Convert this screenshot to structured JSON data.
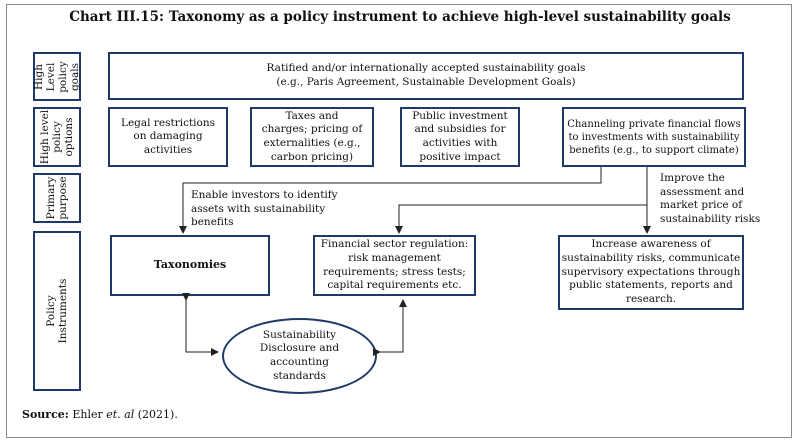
{
  "title": "Chart III.15: Taxonomy as a policy instrument to achieve high-level sustainability goals",
  "rows": {
    "goals": "High\nLevel\npolicy\ngoals",
    "options": "High level\npolicy\noptions",
    "purpose": "Primary\npurpose",
    "instruments": "Policy\nInstruments"
  },
  "goal_box": "Ratified and/or internationally accepted sustainability goals\n(e.g., Paris Agreement, Sustainable Development Goals)",
  "options": [
    "Legal restrictions\non damaging\nactivities",
    "Taxes and\ncharges; pricing of\nexternalities (e.g.,\ncarbon pricing)",
    "Public investment\nand subsidies for\nactivities with\npositive impact",
    "Channeling private financial flows\nto investments with sustainability\nbenefits (e.g., to support climate)"
  ],
  "purposes": {
    "left": "Enable investors to identify\nassets with sustainability\nbenefits",
    "right": "Improve the\nassessment and\nmarket price of\nsustainability risks"
  },
  "instruments": {
    "taxonomies": "Taxonomies",
    "regulation": "Financial sector regulation:\nrisk management\nrequirements; stress tests;\ncapital requirements etc.",
    "awareness": "Increase awareness of\nsustainability risks, communicate\nsupervisory expectations through\npublic statements, reports and\nresearch.",
    "disclosure": "Sustainability\nDisclosure and\naccounting\nstandards"
  },
  "source": {
    "label": "Source:",
    "text_before": " Ehler ",
    "et_al": "et. al",
    "text_after": " (2021)."
  },
  "colors": {
    "box_border": "#1f3a68",
    "frame": "#8a8a8a"
  }
}
